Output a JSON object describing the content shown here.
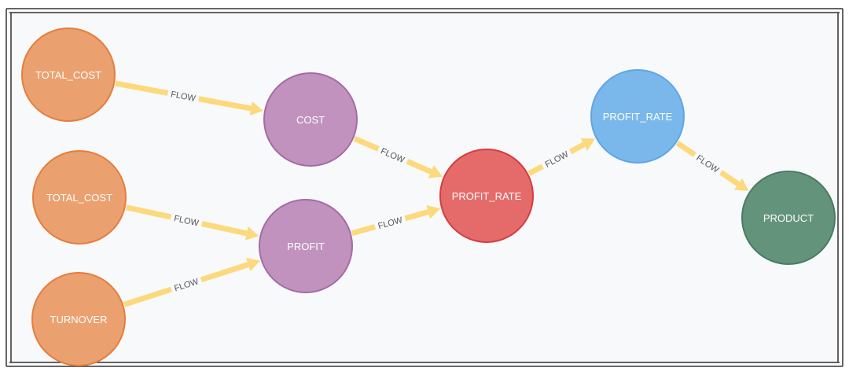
{
  "graph": {
    "node_colors": {
      "orange": {
        "fill": "#eba06f",
        "stroke": "#e57e3c"
      },
      "purple": {
        "fill": "#c192be",
        "stroke": "#a56ba4"
      },
      "red": {
        "fill": "#e56b6b",
        "stroke": "#d63c3c"
      },
      "blue": {
        "fill": "#7ab8ec",
        "stroke": "#5fa5e5"
      },
      "green": {
        "fill": "#63937b",
        "stroke": "#4c7a62"
      }
    },
    "edge_color": "#fcd97c",
    "canvas_background": "#f8f9fb",
    "nodes": [
      {
        "id": "total_cost_1",
        "label": "TOTAL_COST",
        "color": "orange"
      },
      {
        "id": "total_cost_2",
        "label": "TOTAL_COST",
        "color": "orange"
      },
      {
        "id": "turnover",
        "label": "TURNOVER",
        "color": "orange"
      },
      {
        "id": "cost",
        "label": "COST",
        "color": "purple"
      },
      {
        "id": "profit",
        "label": "PROFIT",
        "color": "purple"
      },
      {
        "id": "profit_rate_1",
        "label": "PROFIT_RATE",
        "color": "red"
      },
      {
        "id": "profit_rate_2",
        "label": "PROFIT_RATE",
        "color": "blue"
      },
      {
        "id": "product",
        "label": "PRODUCT",
        "color": "green"
      }
    ],
    "edges": [
      {
        "from": "total_cost_1",
        "to": "cost",
        "label": "FLOW"
      },
      {
        "from": "total_cost_2",
        "to": "profit",
        "label": "FLOW"
      },
      {
        "from": "turnover",
        "to": "profit",
        "label": "FLOW"
      },
      {
        "from": "cost",
        "to": "profit_rate_1",
        "label": "FLOW"
      },
      {
        "from": "profit",
        "to": "profit_rate_1",
        "label": "FLOW"
      },
      {
        "from": "profit_rate_1",
        "to": "profit_rate_2",
        "label": "FLOW"
      },
      {
        "from": "profit_rate_2",
        "to": "product",
        "label": "FLOW"
      }
    ]
  }
}
